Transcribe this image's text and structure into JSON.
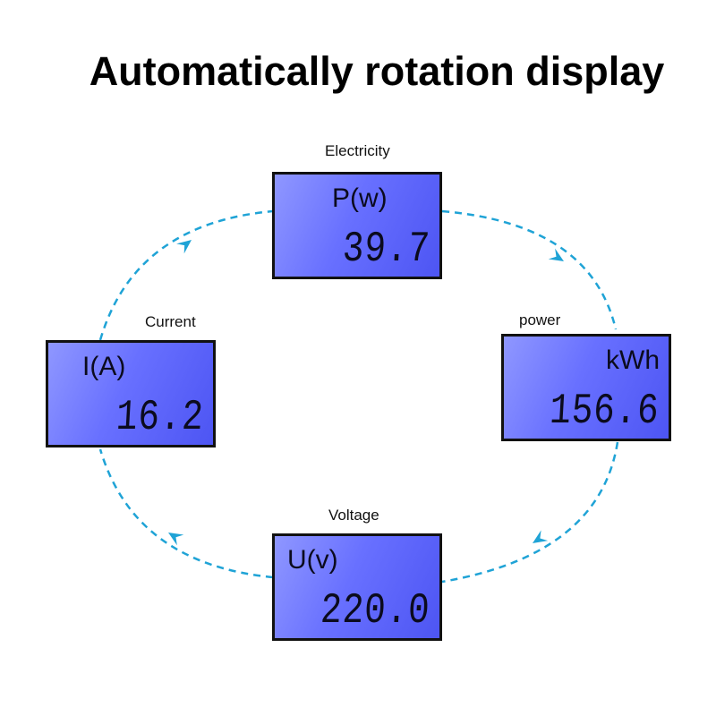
{
  "title": "Automatically rotation display",
  "accent_color": "#1fa3d6",
  "displays": {
    "electricity": {
      "label": "Electricity",
      "unit": "P(w)",
      "value": "39.7"
    },
    "power": {
      "label": "power",
      "unit": "kWh",
      "value": "156.6"
    },
    "voltage": {
      "label": "Voltage",
      "unit": "U(v)",
      "value": "220.0"
    },
    "current": {
      "label": "Current",
      "unit": "I(A)",
      "value": "16.2"
    }
  }
}
